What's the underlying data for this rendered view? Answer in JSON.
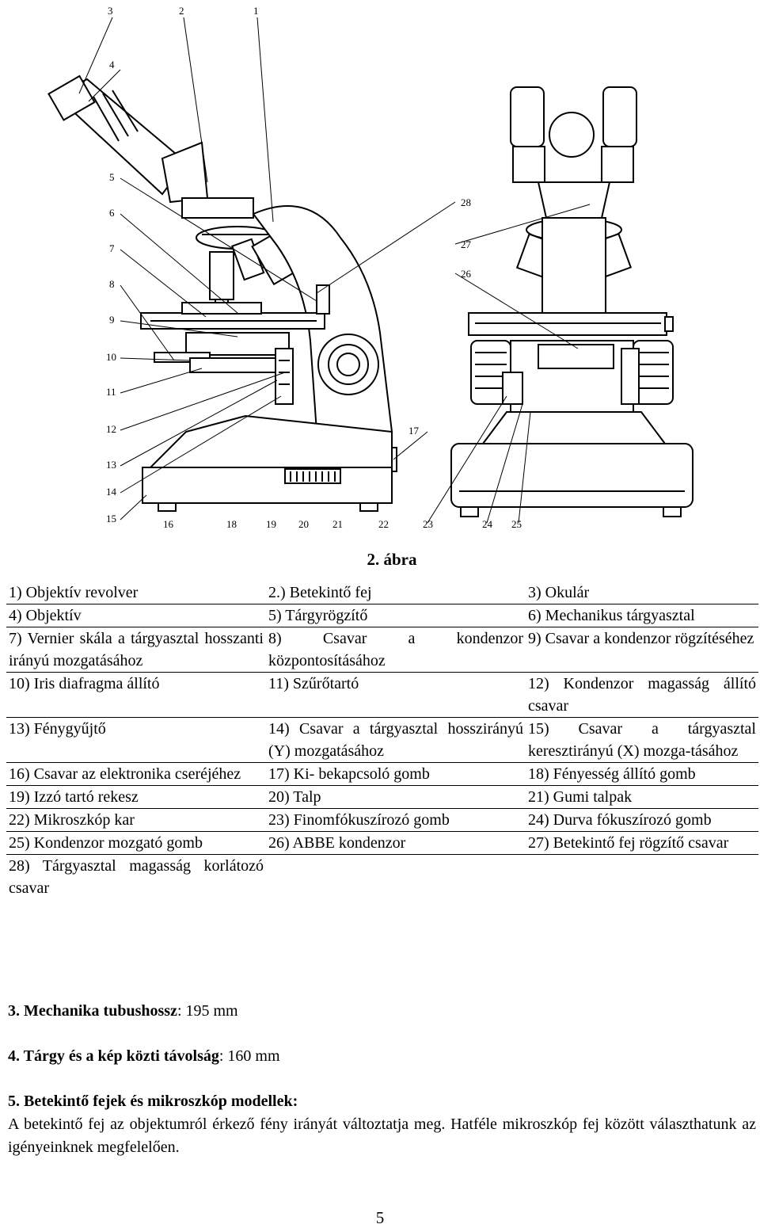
{
  "figure": {
    "callouts_top": [
      "3",
      "2",
      "1"
    ],
    "callouts_left": [
      "4",
      "5",
      "6",
      "7",
      "8",
      "9",
      "10",
      "11",
      "12",
      "13",
      "14",
      "15"
    ],
    "callouts_bottom": [
      "16",
      "18",
      "19",
      "20",
      "21",
      "22",
      "23",
      "24",
      "25"
    ],
    "callouts_right": [
      "28",
      "27",
      "26",
      "17"
    ],
    "caption": "2. ábra"
  },
  "parts": [
    [
      "1) Objektív revolver",
      "2.) Betekintő fej",
      "3) Okulár"
    ],
    [
      "4) Objektív",
      "5) Tárgyrögzítő",
      "6) Mechanikus tárgyasztal"
    ],
    [
      "7) Vernier skála a tárgyasztal hosszanti irányú mozgatásához",
      "8) Csavar a kondenzor központosításához",
      "9) Csavar a kondenzor rögzítéséhez"
    ],
    [
      "10) Iris diafragma állító",
      "11) Szűrőtartó",
      "12) Kondenzor magasság állító csavar"
    ],
    [
      "13) Fénygyűjtő",
      "14) Csavar a tárgyasztal hosszirányú (Y) mozgatásához",
      "15) Csavar a tárgyasztal keresztirányú (X) mozga-tásához"
    ],
    [
      "16) Csavar az elektronika cseréjéhez",
      "17) Ki- bekapcsoló gomb",
      "18) Fényesség állító gomb"
    ],
    [
      "19) Izzó tartó rekesz",
      "20) Talp",
      "21) Gumi talpak"
    ],
    [
      "22) Mikroszkóp kar",
      "23) Finomfókuszírozó gomb",
      "24) Durva fókuszírozó gomb"
    ],
    [
      "25) Kondenzor mozgató gomb",
      "26) ABBE kondenzor",
      "27) Betekintő fej rögzítő csavar"
    ],
    [
      "28) Tárgyasztal magasság korlátozó csavar",
      "",
      ""
    ]
  ],
  "sections": [
    {
      "heading": "3.  Mechanika tubushossz",
      "value": ": 195 mm"
    },
    {
      "heading": "4.  Tárgy és a kép közti távolság",
      "value": ": 160 mm"
    },
    {
      "heading": "5.  Betekintő fejek és mikroszkóp modellek:",
      "value": ""
    }
  ],
  "paragraph": "A betekintő fej az objektumról érkező fény irányát változtatja meg. Hatféle mikroszkóp fej között választhatunk az igényeinknek megfelelően.",
  "page_number": "5"
}
